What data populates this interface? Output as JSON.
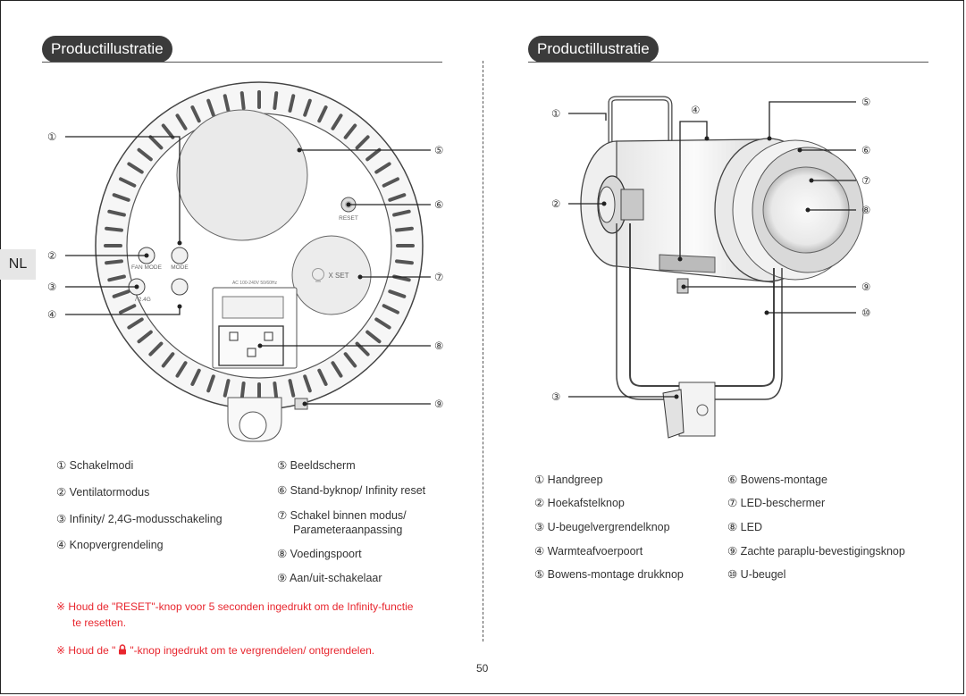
{
  "language_tab": "NL",
  "left": {
    "title": "Productillustratie",
    "labels": {
      "fan_mode": "FAN MODE",
      "mode": "MODE",
      "ghz": "/ 2.4G",
      "reset": "RESET",
      "xset": "X SET",
      "power_rating": "AC 100-240V 50/60Hz"
    },
    "callouts": [
      "①",
      "②",
      "③",
      "④",
      "⑤",
      "⑥",
      "⑦",
      "⑧",
      "⑨"
    ],
    "legend_col1": [
      "① Schakelmodi",
      "② Ventilatormodus",
      "③ Infinity/ 2,4G-modusschakeling",
      "④ Knopvergrendeling"
    ],
    "legend_col2": [
      "⑤ Beeldscherm",
      "⑥ Stand-byknop/ Infinity reset",
      "⑦ Schakel binnen modus/",
      "Parameteraanpassing",
      "⑧ Voedingspoort",
      "⑨ Aan/uit-schakelaar"
    ],
    "notes": {
      "note1_line1": "※ Houd de \"RESET\"-knop voor 5 seconden ingedrukt om de Infinity-functie",
      "note1_line2": "te resetten.",
      "note2_before": "※ Houd de \"",
      "note2_after": "\"-knop ingedrukt om te vergrendelen/ ontgrendelen."
    }
  },
  "right": {
    "title": "Productillustratie",
    "callouts": [
      "①",
      "②",
      "③",
      "④",
      "⑤",
      "⑥",
      "⑦",
      "⑧",
      "⑨",
      "⑩"
    ],
    "legend_col1": [
      "① Handgreep",
      "② Hoekafstelknop",
      "③ U-beugelvergrendelknop",
      "④ Warmteafvoerpoort",
      "⑤ Bowens-montage drukknop"
    ],
    "legend_col2": [
      "⑥ Bowens-montage",
      "⑦ LED-beschermer",
      "⑧ LED",
      "⑨ Zachte paraplu-bevestigingsknop",
      "⑩ U-beugel"
    ]
  },
  "page_number": "50",
  "colors": {
    "title_bg": "#3b3b3b",
    "note_red": "#e8262e",
    "tab_gray": "#e6e6e6"
  }
}
